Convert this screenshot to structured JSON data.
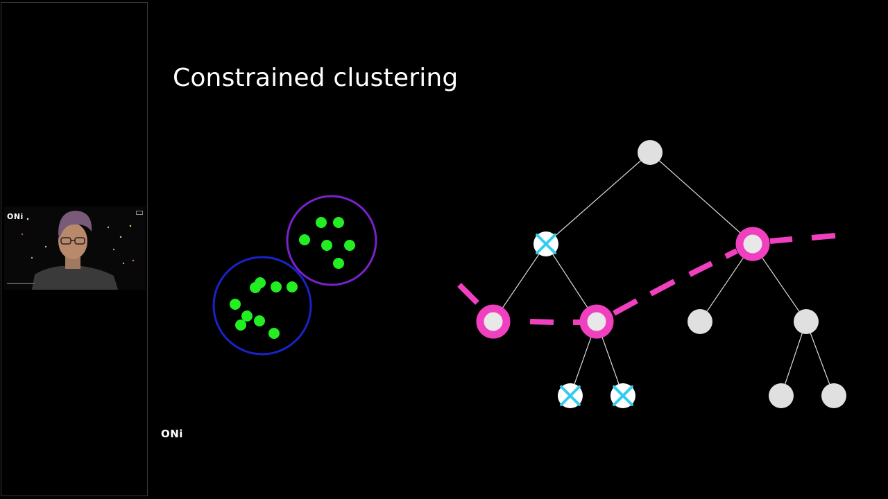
{
  "slide": {
    "title": "Constrained clustering",
    "watermark": "ONi"
  },
  "webcam": {
    "logo": "ONi"
  },
  "colors": {
    "background": "#000000",
    "title_text": "#ffffff",
    "cluster_point": "#22ee22",
    "cluster_a_ring": "#1a22cc",
    "cluster_b_ring": "#7a22cc",
    "tree_node": "#e0e0e0",
    "tree_edge": "#dddddd",
    "cut_highlight": "#f040c0",
    "excluded_mark": "#33ccee"
  },
  "diagram": {
    "cluster_a_points": 9,
    "cluster_b_points": 6,
    "tree_nodes": 11,
    "cut_nodes": 3,
    "excluded_nodes": 3,
    "icons": [
      "cluster-circle",
      "data-point",
      "tree-node",
      "x-mark-icon",
      "cut-line"
    ]
  }
}
